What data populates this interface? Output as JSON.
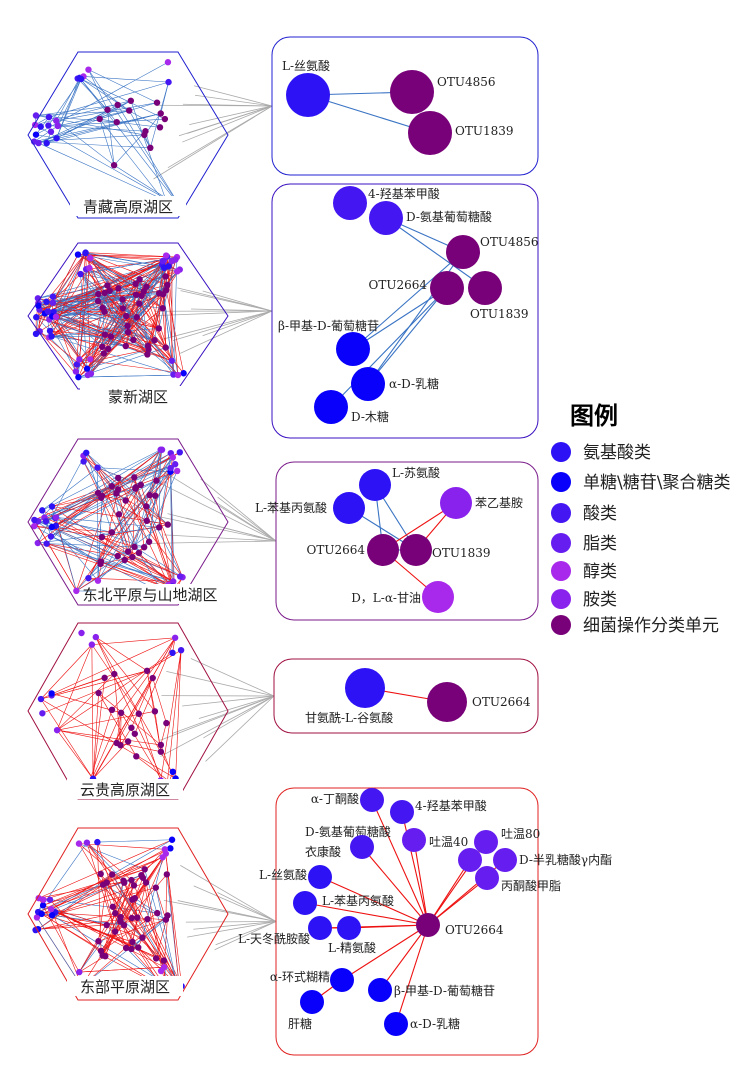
{
  "colors": {
    "amino_acid": "#2c12f4",
    "sugar": "#0800fb",
    "acid": "#4416f2",
    "ester": "#661ef0",
    "alcohol": "#a828ec",
    "amine": "#8a22ee",
    "otu": "#780078",
    "edge_positive": "#ee1111",
    "edge_negative": "#3a74c4",
    "link_gray": "#aaaaaa"
  },
  "regions": [
    {
      "name": "青藏高原湖区",
      "frame_color": "#2020d0"
    },
    {
      "name": "蒙新湖区",
      "frame_color": "#3a10c0"
    },
    {
      "name": "东北平原与山地湖区",
      "frame_color": "#7a1a8a"
    },
    {
      "name": "云贵高原湖区",
      "frame_color": "#a01040"
    },
    {
      "name": "东部平原湖区",
      "frame_color": "#e02020"
    }
  ],
  "subnetworks": [
    {
      "nodes": [
        "L-丝氨酸",
        "OTU4856",
        "OTU1839"
      ]
    },
    {
      "nodes": [
        "4-羟基苯甲酸",
        "D-氨基葡萄糖酸",
        "OTU4856",
        "OTU2664",
        "OTU1839",
        "β-甲基-D-葡萄糖苷",
        "α-D-乳糖",
        "D-木糖"
      ]
    },
    {
      "nodes": [
        "L-苏氨酸",
        "L-苯基丙氨酸",
        "苯乙基胺",
        "OTU2664",
        "OTU1839",
        "D，L-α-甘油"
      ]
    },
    {
      "nodes": [
        "甘氨酰-L-谷氨酸",
        "OTU2664"
      ]
    },
    {
      "nodes": [
        "OTU2664",
        "α-丁酮酸",
        "4-羟基苯甲酸",
        "D-氨基葡萄糖酸",
        "衣康酸",
        "吐温40",
        "吐温80",
        "D-半乳糖酸γ内酯",
        "丙酮酸甲脂",
        "L-丝氨酸",
        "L-苯基丙氨酸",
        "L-天冬酰胺酸",
        "L-精氨酸",
        "α-环式糊精",
        "肝糖",
        "β-甲基-D-葡萄糖苷",
        "α-D-乳糖"
      ]
    }
  ],
  "legend": {
    "title": "图例",
    "items": [
      {
        "label": "氨基酸类",
        "color": "#2c12f4"
      },
      {
        "label": "单糖\\糖苷\\聚合糖类",
        "color": "#0800fb"
      },
      {
        "label": "酸类",
        "color": "#4416f2"
      },
      {
        "label": "脂类",
        "color": "#661ef0"
      },
      {
        "label": "醇类",
        "color": "#a828ec"
      },
      {
        "label": "胺类",
        "color": "#8a22ee"
      },
      {
        "label": "细菌操作分类单元",
        "color": "#780078"
      }
    ]
  }
}
